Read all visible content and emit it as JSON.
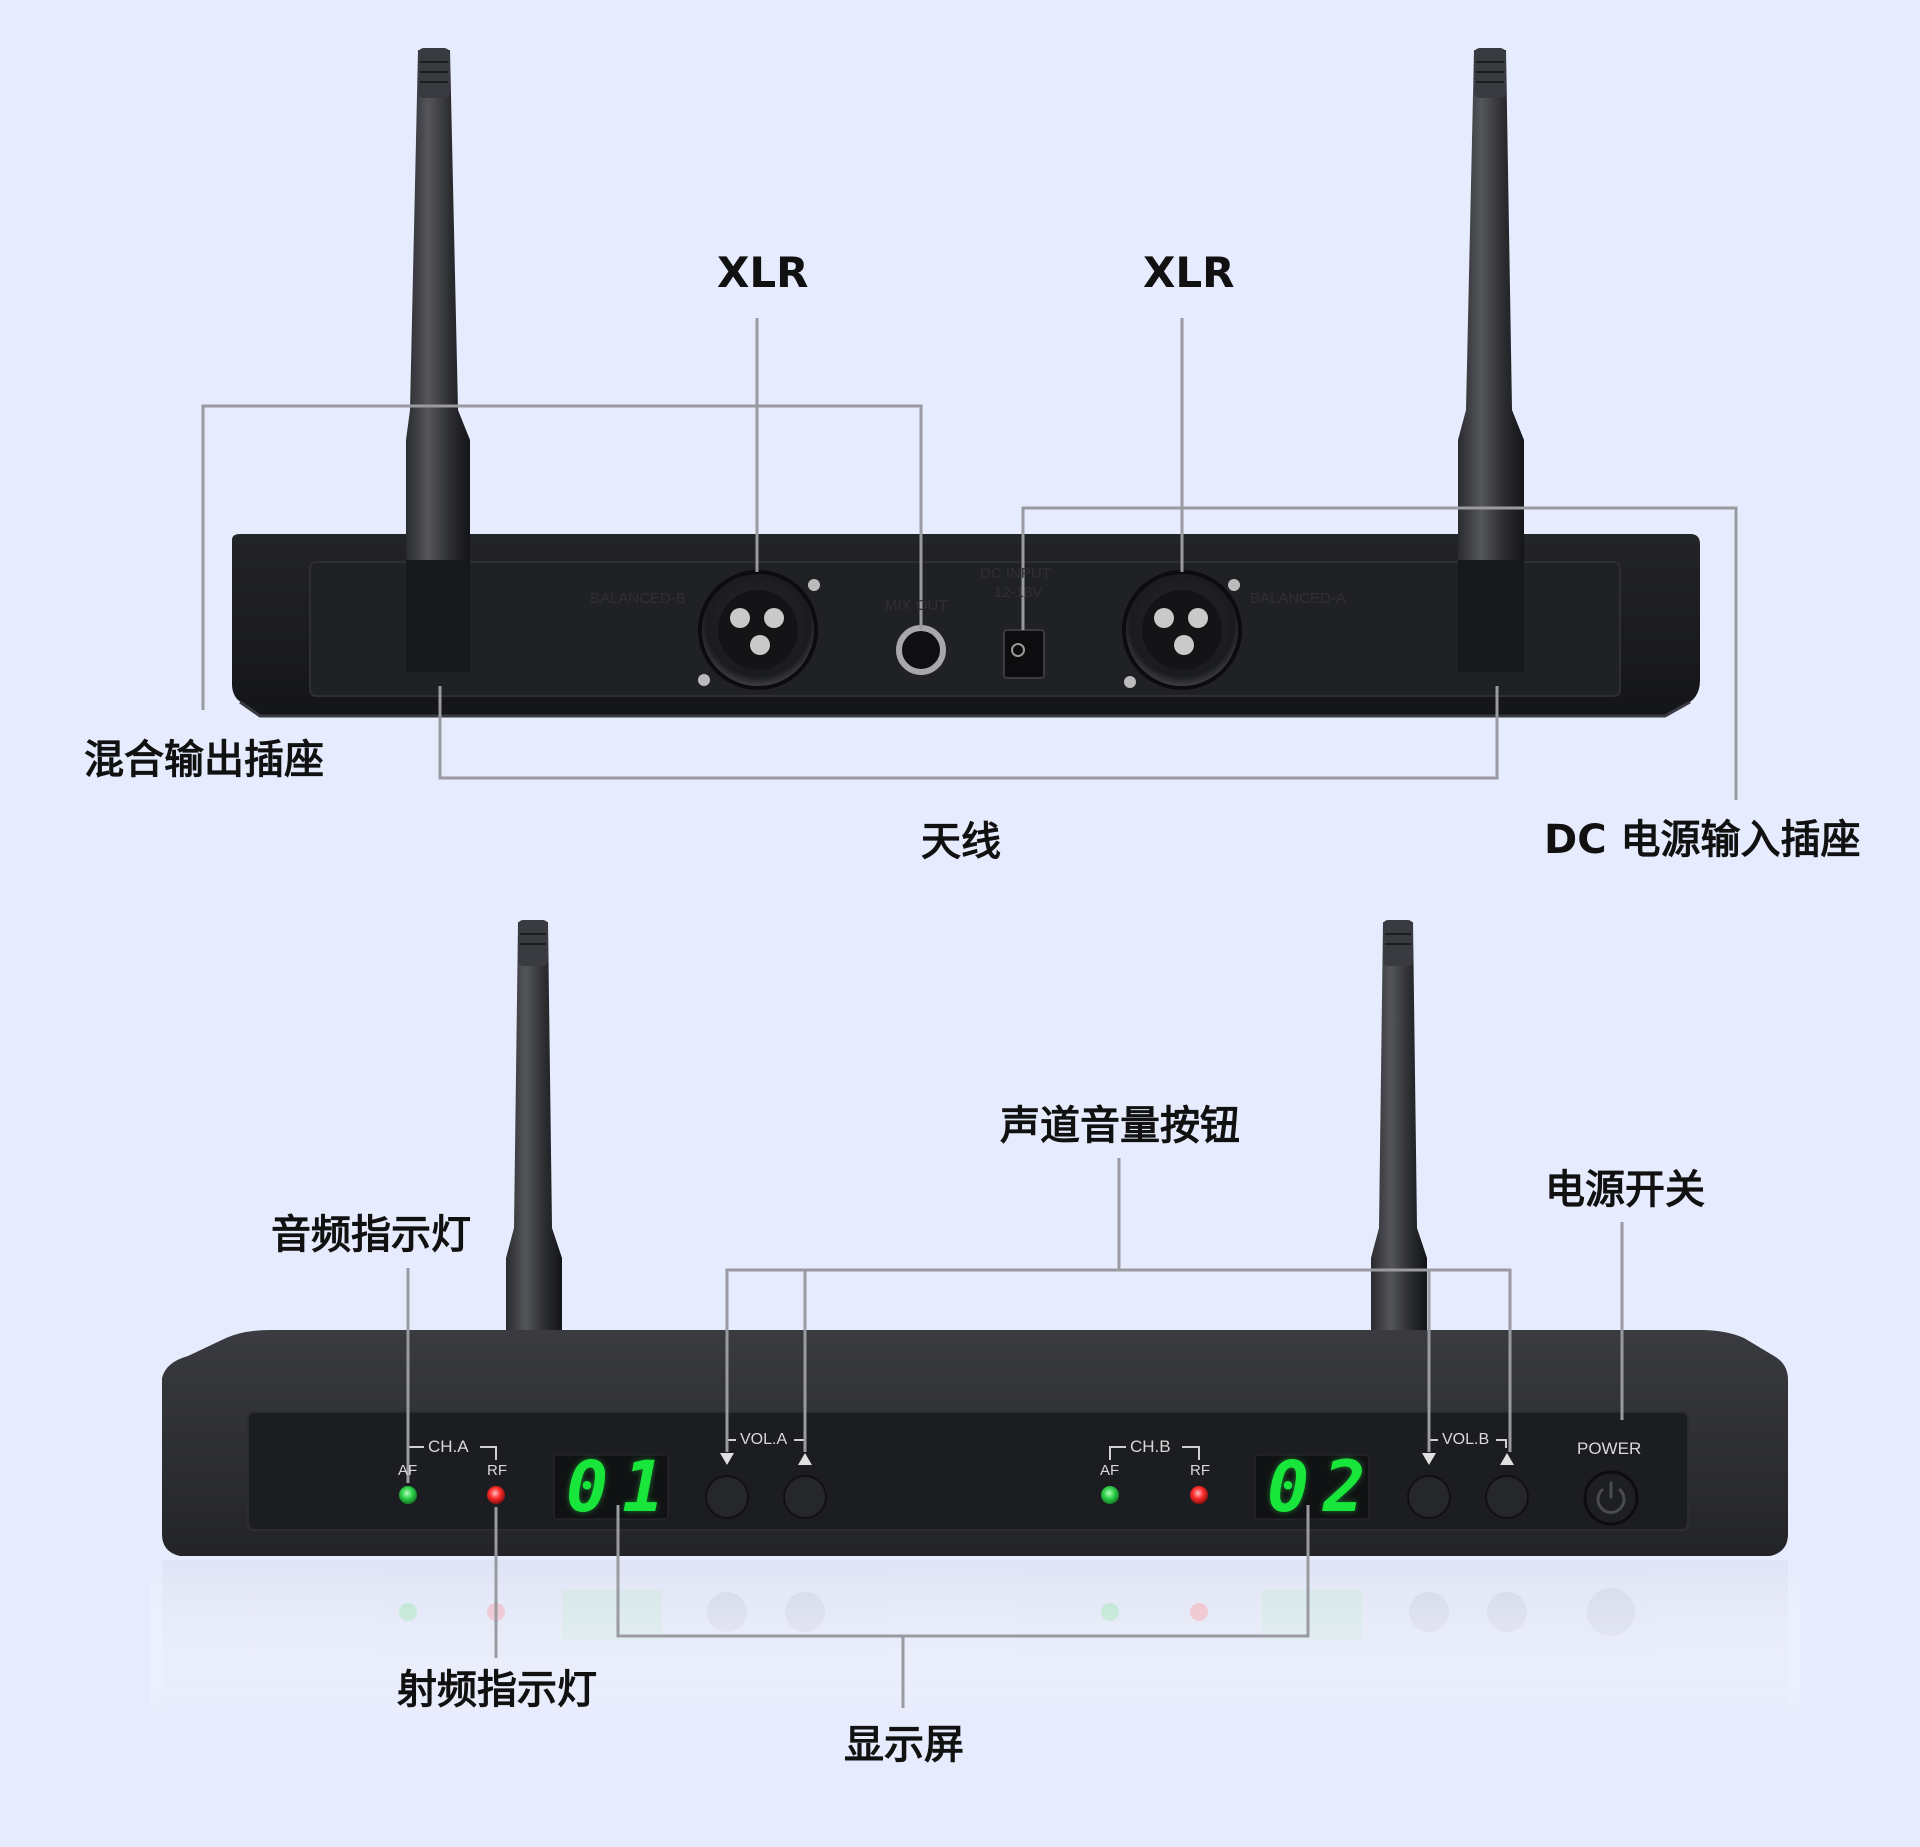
{
  "rear_view": {
    "xlr_left": "XLR",
    "xlr_right": "XLR",
    "mix_output_jack": "混合输出插座",
    "antenna": "天线",
    "dc_power_input": "DC 电源输入插座",
    "panel_labels": {
      "balanced_b": "BALANCED-B",
      "mix_out": "MIX OUT",
      "dc_input": "DC INPUT",
      "voltage": "12-18V",
      "balanced_a": "BALANCED-A"
    }
  },
  "front_view": {
    "channel_volume_buttons": "声道音量按钮",
    "power_switch": "电源开关",
    "audio_indicator": "音频指示灯",
    "rf_indicator": "射频指示灯",
    "display": "显示屏",
    "panel_labels": {
      "ch_a": "CH.A",
      "ch_b": "CH.B",
      "af": "AF",
      "rf": "RF",
      "vol_a": "VOL.A",
      "vol_b": "VOL.B",
      "power": "POWER"
    },
    "display_a": "01",
    "display_b": "02"
  },
  "colors": {
    "background": "#e6ebfd",
    "leader_lines": "#9a9ba0",
    "device_body": "#1f2024",
    "af_led": "#2fd14a",
    "rf_led": "#ff2b2b",
    "display_digits": "#19e63a"
  },
  "icons": [
    "power-icon",
    "volume-down-icon",
    "volume-up-icon"
  ]
}
